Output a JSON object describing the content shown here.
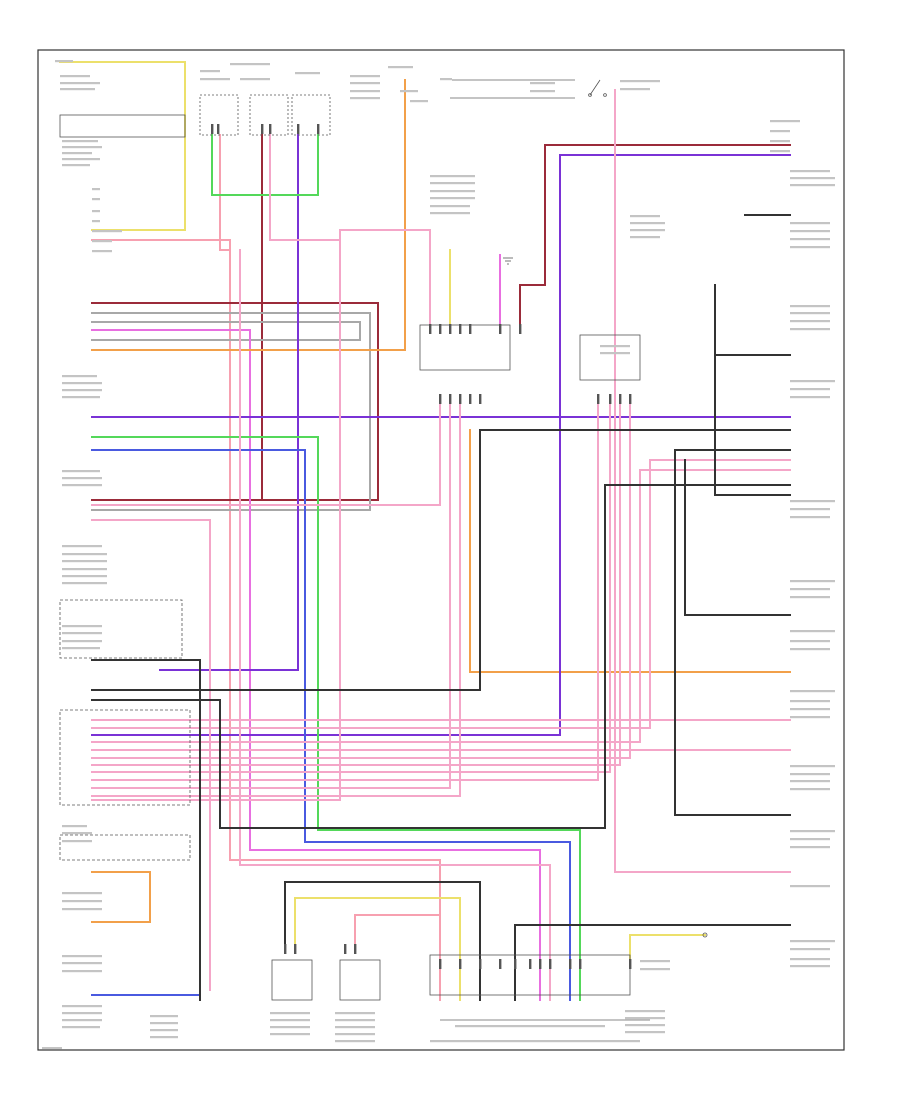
{
  "diagram": {
    "footer_code": "",
    "wire_colors": {
      "red": "#f7a0b0",
      "pink": "#f4a6c8",
      "dark_red": "#9b2b3a",
      "purple": "#7a32d6",
      "magenta": "#e86fe0",
      "blue": "#4a5ae0",
      "green": "#54d85a",
      "yellow": "#ece06b",
      "orange": "#f2a04a",
      "gray": "#a8a8a8",
      "black": "#333333"
    },
    "icons": [
      "ground-symbol",
      "connector-symbol",
      "switch-symbol"
    ]
  }
}
